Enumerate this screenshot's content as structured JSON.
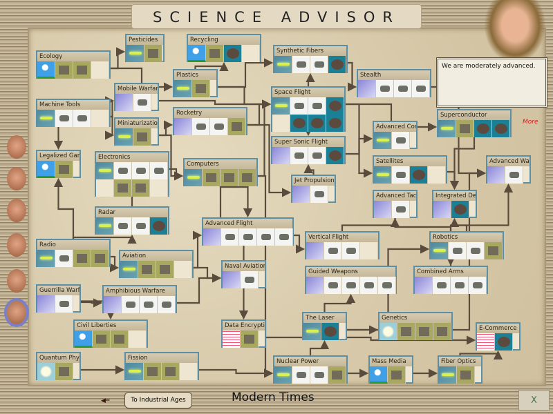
{
  "title": "SCIENCE ADVISOR",
  "advisor_message": "We are moderately advanced.",
  "more_link": "More",
  "back_button": "To Industrial Ages",
  "back_arrow_icon": "arrow-left-icon",
  "era": "Modern Times",
  "close_button": "X",
  "advisors": [
    "military-advisor",
    "domestic-advisor",
    "trade-advisor",
    "foreign-advisor",
    "cultural-advisor",
    "science-advisor"
  ],
  "techs": [
    {
      "name": "Pesticides",
      "icons": [
        "plane",
        "build"
      ]
    },
    {
      "name": "Recycling",
      "icons": [
        "sun",
        "build",
        "wonder",
        "empty"
      ]
    },
    {
      "name": "Ecology",
      "icons": [
        "sun",
        "build",
        "build",
        "empty"
      ]
    },
    {
      "name": "Synthetic Fibers",
      "icons": [
        "plane",
        "unit",
        "unit",
        "wonder"
      ]
    },
    {
      "name": "Plastics",
      "icons": [
        "plane",
        "build"
      ]
    },
    {
      "name": "Stealth",
      "icons": [
        "rocket",
        "unit",
        "unit",
        "unit"
      ]
    },
    {
      "name": "Mobile Warfare",
      "icons": [
        "rocket",
        "unit"
      ]
    },
    {
      "name": "Machine Tools",
      "icons": [
        "plane",
        "unit",
        "unit",
        "empty"
      ]
    },
    {
      "name": "Space Flight",
      "icons": [
        "plane",
        "unit",
        "unit",
        "wonder",
        "empty",
        "wonder",
        "wonder",
        "wonder"
      ]
    },
    {
      "name": "Rocketry",
      "icons": [
        "rocket",
        "unit",
        "unit",
        "build"
      ]
    },
    {
      "name": "Miniaturization",
      "icons": [
        "plane",
        "build"
      ]
    },
    {
      "name": "Advanced Com...",
      "icons": [
        "plane",
        "unit"
      ]
    },
    {
      "name": "Superconductor",
      "icons": [
        "plane",
        "build",
        "wonder",
        "wonder"
      ]
    },
    {
      "name": "Super Sonic Flight",
      "icons": [
        "rocket",
        "unit",
        "unit",
        "wonder"
      ]
    },
    {
      "name": "Legalized Gam...",
      "icons": [
        "sun",
        "build"
      ]
    },
    {
      "name": "Electronics",
      "icons": [
        "plane",
        "unit",
        "unit",
        "unit",
        "empty",
        "build",
        "build",
        "empty"
      ]
    },
    {
      "name": "Computers",
      "icons": [
        "plane",
        "build",
        "build",
        "build"
      ]
    },
    {
      "name": "Satellites",
      "icons": [
        "plane",
        "unit",
        "wonder",
        "empty"
      ]
    },
    {
      "name": "Advanced Warf...",
      "icons": [
        "rocket",
        "unit"
      ]
    },
    {
      "name": "Jet Propulsion",
      "icons": [
        "rocket",
        "unit"
      ]
    },
    {
      "name": "Advanced Tacti...",
      "icons": [
        "rocket",
        "unit"
      ]
    },
    {
      "name": "Integrated Defe...",
      "icons": [
        "rocket",
        "wonder"
      ]
    },
    {
      "name": "Radar",
      "icons": [
        "plane",
        "unit",
        "unit",
        "wonder"
      ]
    },
    {
      "name": "Advanced Flight",
      "icons": [
        "rocket",
        "unit",
        "unit",
        "unit",
        "unit"
      ]
    },
    {
      "name": "Robotics",
      "icons": [
        "plane",
        "unit",
        "unit",
        "build"
      ]
    },
    {
      "name": "Radio",
      "icons": [
        "plane",
        "unit",
        "build",
        "build"
      ]
    },
    {
      "name": "Vertical Flight",
      "icons": [
        "rocket",
        "unit",
        "unit",
        "empty"
      ]
    },
    {
      "name": "Aviation",
      "icons": [
        "plane",
        "build",
        "build",
        "empty"
      ]
    },
    {
      "name": "Naval Aviation",
      "icons": [
        "rocket",
        "unit"
      ]
    },
    {
      "name": "Guided Weapons",
      "icons": [
        "rocket",
        "unit",
        "unit",
        "unit",
        "unit"
      ]
    },
    {
      "name": "Combined Arms",
      "icons": [
        "rocket",
        "unit",
        "unit",
        "unit"
      ]
    },
    {
      "name": "Guerrilla Warfar...",
      "icons": [
        "rocket",
        "unit"
      ]
    },
    {
      "name": "Amphibious Warfare",
      "icons": [
        "rocket",
        "unit",
        "unit",
        "unit"
      ]
    },
    {
      "name": "Civil Liberties",
      "icons": [
        "sun",
        "build",
        "build",
        "empty"
      ]
    },
    {
      "name": "Data Encryption",
      "icons": [
        "chart",
        "build"
      ]
    },
    {
      "name": "The Laser",
      "icons": [
        "plane",
        "wonder"
      ]
    },
    {
      "name": "Genetics",
      "icons": [
        "bulb",
        "build",
        "build",
        "build"
      ]
    },
    {
      "name": "E-Commerce",
      "icons": [
        "chart",
        "wonder"
      ]
    },
    {
      "name": "Quantum Physi...",
      "icons": [
        "bulb",
        "build"
      ]
    },
    {
      "name": "Fission",
      "icons": [
        "plane",
        "build",
        "build",
        "empty"
      ]
    },
    {
      "name": "Nuclear Power",
      "icons": [
        "plane",
        "unit",
        "unit",
        "build"
      ]
    },
    {
      "name": "Mass Media",
      "icons": [
        "sun",
        "build"
      ]
    },
    {
      "name": "Fiber Optics",
      "icons": [
        "plane",
        "build"
      ]
    }
  ]
}
